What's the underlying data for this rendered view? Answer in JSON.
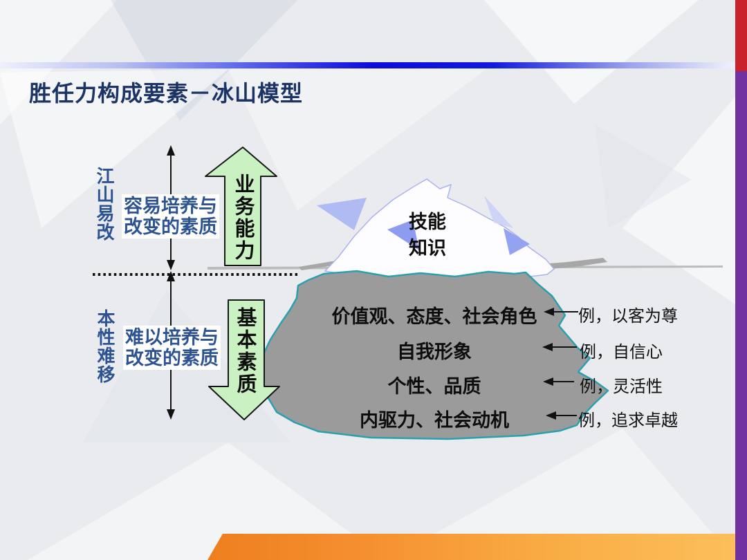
{
  "slide": {
    "title": "胜任力构成要素－冰山模型"
  },
  "left_panel": {
    "top_vertical_label": "江山易改",
    "top_box_line1": "容易培养与",
    "top_box_line2": "改变的素质",
    "bottom_vertical_label": "本性难移",
    "bottom_box_line1": "难以培养与",
    "bottom_box_line2": "改变的素质"
  },
  "arrows": {
    "up_label": "业务能力",
    "down_label": "基本素质"
  },
  "iceberg": {
    "above_water_line1": "技能",
    "above_water_line2": "知识",
    "rows": [
      {
        "label": "价值观、态度、社会角色",
        "example": "例，以客为尊"
      },
      {
        "label": "自我形象",
        "example": "例，自信心"
      },
      {
        "label": "个性、品质",
        "example": "例，灵活性"
      },
      {
        "label": "内驱力、社会动机",
        "example": "例，追求卓越"
      }
    ]
  },
  "colors": {
    "title_navy": "#1c3366",
    "side_blue": "#2d5393",
    "bar_blue": "#0b0bdc",
    "side_red": "#c9222b",
    "side_purple": "#7231a0",
    "orange_dark": "#ee7f1f",
    "orange_light": "#fcc05c",
    "iceberg_gray": "#9b9b9b",
    "iceberg_teal": "#2b9fae",
    "arrow_green": "#c9f1c1"
  }
}
